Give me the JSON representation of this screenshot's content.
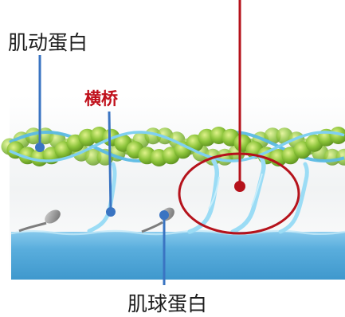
{
  "labels": {
    "actin": "肌动蛋白",
    "crossbridge": "横桥",
    "myosin": "肌球蛋白"
  },
  "colors": {
    "actin_bead": "#8cc43a",
    "tropomyosin": "#66c7ea",
    "myosin_filament": "#4aa6d6",
    "crossbridge_head": "#8ed6f2",
    "pointer_blue": "#3a74c2",
    "highlight_red": "#b5121b",
    "crossbridge_text": "#c0101b"
  }
}
